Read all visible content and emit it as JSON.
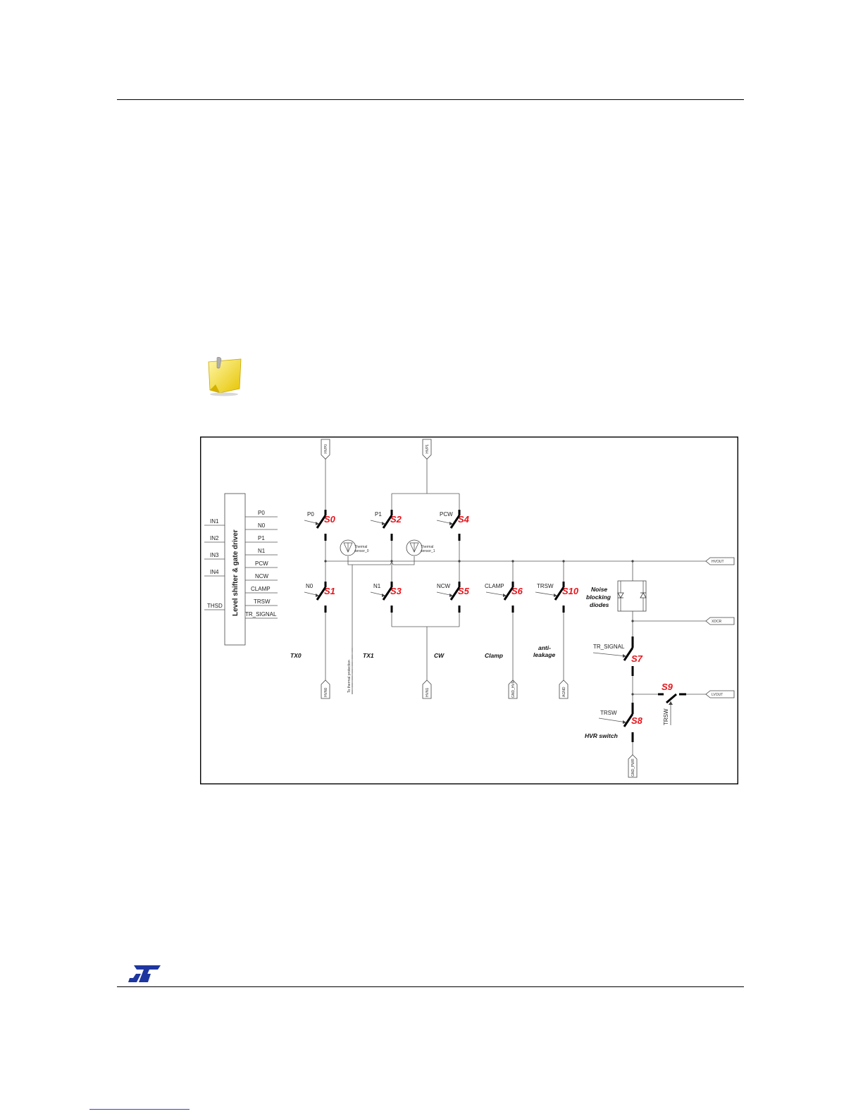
{
  "driver": {
    "title": "Level shifter & gate driver",
    "inputs": [
      "IN1",
      "IN2",
      "IN3",
      "IN4",
      "THSD"
    ],
    "outputs": [
      "P0",
      "N0",
      "P1",
      "N1",
      "PCW",
      "NCW",
      "CLAMP",
      "TRSW",
      "TR_SIGNAL"
    ]
  },
  "switches": [
    "S0",
    "S1",
    "S2",
    "S3",
    "S4",
    "S5",
    "S6",
    "S10",
    "S7",
    "S9",
    "S8"
  ],
  "switch_inputs": [
    "P0",
    "N0",
    "P1",
    "N1",
    "PCW",
    "NCW",
    "CLAMP",
    "TRSW",
    "TR_SIGNAL",
    "TRSW",
    "TRSW"
  ],
  "blocks": [
    "TX0",
    "TX1",
    "CW",
    "Clamp",
    "anti-",
    "leakage",
    "Noise",
    "blocking",
    "diodes",
    "HVR switch"
  ],
  "sensors": [
    "Thermal",
    "sensor_0",
    "Thermal",
    "sensor_1",
    "To thermal protection"
  ],
  "pins": [
    "HVOUT",
    "XDCR",
    "LVOUT"
  ],
  "rails": [
    "HVP0",
    "HVN0",
    "HVP1",
    "HVN1",
    "GND_HVR",
    "AGND",
    "GND_PWR"
  ],
  "colors": {
    "switch_label": "#e8141b",
    "wire": "#555555",
    "switch_body": "#000000"
  },
  "icons": [
    "note-icon",
    "st-logo-icon"
  ]
}
